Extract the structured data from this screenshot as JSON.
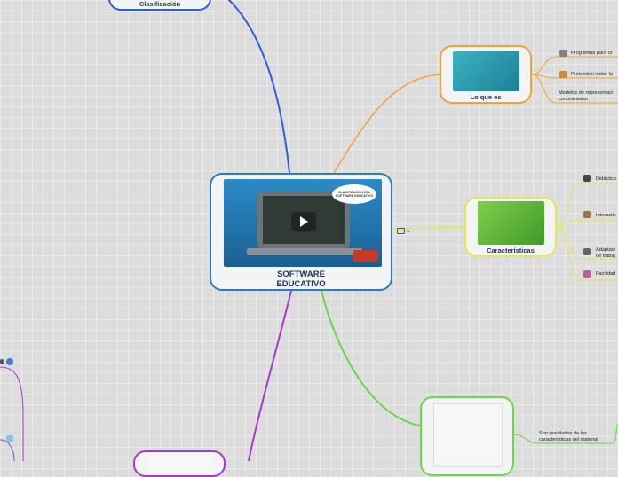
{
  "central": {
    "title_line1": "SOFTWARE",
    "title_line2": "EDUCATIVO",
    "video_bubble": "CLASIFICACION DEL SOFTWARE EDUCATIVO"
  },
  "topics": {
    "lo_que_es": "Lo que es",
    "caracteristicas": "Características",
    "clasificacion": "Clasificación"
  },
  "badge_count": "1",
  "lo_que_es_items": [
    "Programas para or",
    "Pretenden imitar la",
    "Modelos de representaci",
    "conocimiento"
  ],
  "caracteristicas_items": [
    "Didáctico",
    "Interactiv",
    "Adaptaci",
    "de trabaj",
    "Facilidad"
  ],
  "green_items": [
    "Son resultados de las",
    "características del material"
  ],
  "colors": {
    "central": "#2a7bc9",
    "orange": "#f2a23a",
    "yellow": "#e3e85a",
    "green": "#6ad64a",
    "blue": "#2e5fd8",
    "purple": "#a23ad0"
  }
}
